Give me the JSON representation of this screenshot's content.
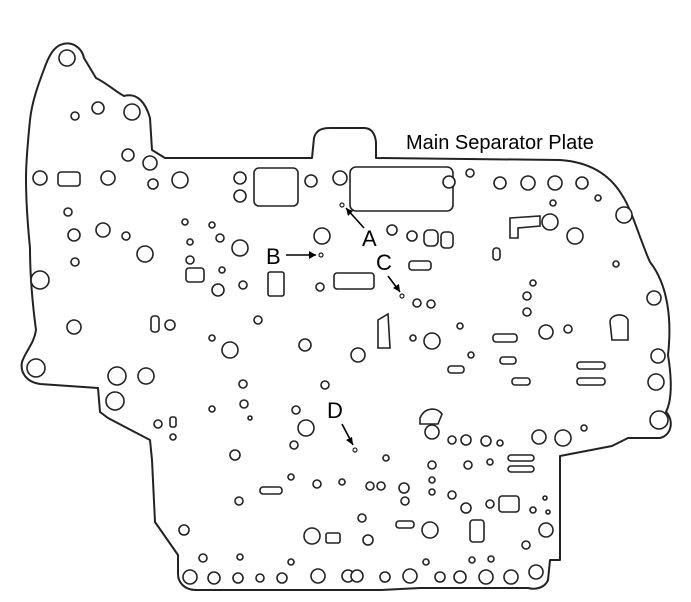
{
  "title": "Main Separator Plate",
  "callouts": [
    {
      "id": "A",
      "label": "A"
    },
    {
      "id": "B",
      "label": "B"
    },
    {
      "id": "C",
      "label": "C"
    },
    {
      "id": "D",
      "label": "D"
    }
  ],
  "colors": {
    "line": "#222222",
    "text": "#000000",
    "background": "#ffffff"
  }
}
